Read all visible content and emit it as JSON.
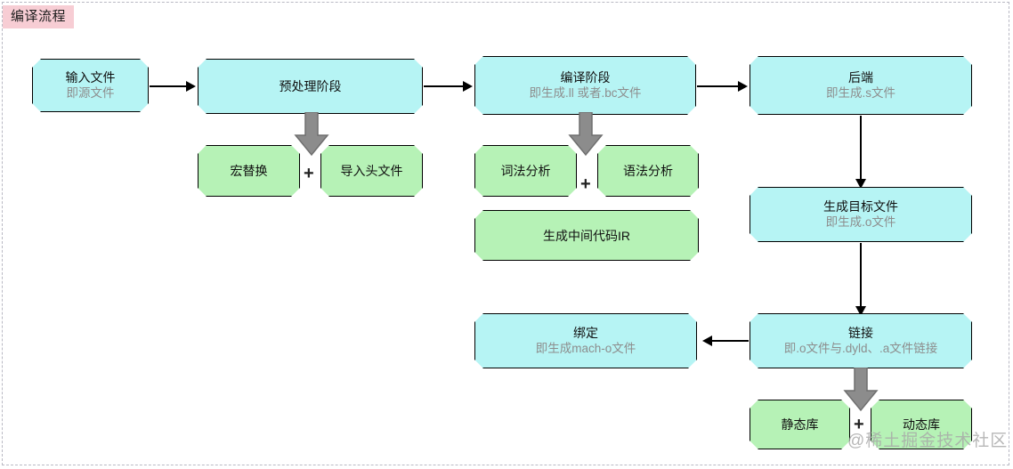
{
  "diagram": {
    "title": "编译流程",
    "title_bg": "#f7cdd4",
    "node_cyan_color": "#b6f4f4",
    "node_green_color": "#b6f2b6",
    "block_arrow_color": "#8c8c8c",
    "watermark": "@稀土掘金技术社区",
    "plus_symbol": "+",
    "nodes": {
      "input_file": {
        "title": "输入文件",
        "subtitle": "即源文件"
      },
      "preprocess": {
        "title": "预处理阶段",
        "subtitle": ""
      },
      "compile": {
        "title": "编译阶段",
        "subtitle": "即生成.ll 或者.bc文件"
      },
      "backend": {
        "title": "后端",
        "subtitle": "即生成.s文件"
      },
      "macro": {
        "title": "宏替换",
        "subtitle": ""
      },
      "import_header": {
        "title": "导入头文件",
        "subtitle": ""
      },
      "lexical": {
        "title": "词法分析",
        "subtitle": ""
      },
      "syntax": {
        "title": "语法分析",
        "subtitle": ""
      },
      "gen_ir": {
        "title": "生成中间代码IR",
        "subtitle": ""
      },
      "gen_object": {
        "title": "生成目标文件",
        "subtitle": "即生成.o文件"
      },
      "link": {
        "title": "链接",
        "subtitle": "即.o文件与.dyld、.a文件链接"
      },
      "bind": {
        "title": "绑定",
        "subtitle": "即生成mach-o文件"
      },
      "static_lib": {
        "title": "静态库",
        "subtitle": ""
      },
      "dynamic_lib": {
        "title": "动态库",
        "subtitle": ""
      }
    }
  }
}
